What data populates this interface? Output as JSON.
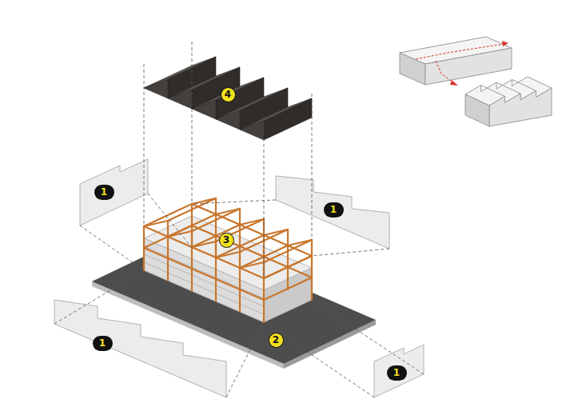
{
  "diagram": {
    "labels": [
      "4",
      "1",
      "1",
      "3",
      "1",
      "2",
      "1"
    ]
  }
}
